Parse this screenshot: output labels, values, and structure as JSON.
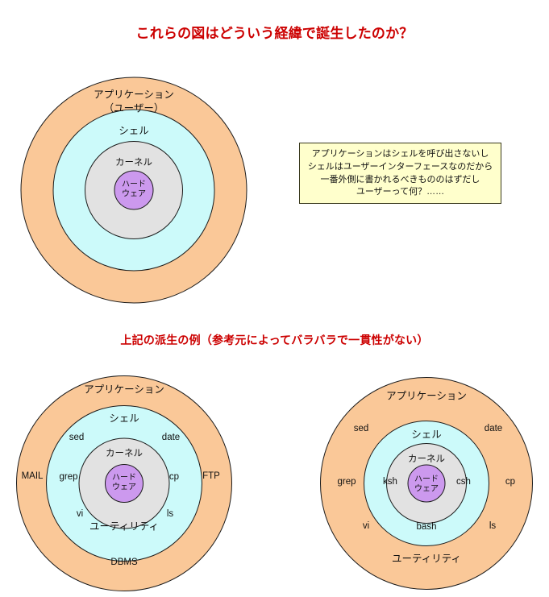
{
  "title": "これらの図はどういう経緯で誕生したのか？",
  "subtitle": "上記の派生の例（参考元によってバラバラで一貫性がない）",
  "note": {
    "lines": [
      "アプリケーションはシェルを呼び出さないし",
      "シェルはユーザーインターフェースなのだから",
      "一番外側に書かれるべきもののはずだし",
      "ユーザーって何？……"
    ],
    "background_color": "#FFFFCC",
    "border_color": "#3A3A1E"
  },
  "colors": {
    "application_ring": "#FAC898",
    "shell_ring": "#CCFAFA",
    "kernel_ring": "#E2E2E2",
    "hardware_core": "#CC99EE",
    "heading_red": "#CC0000",
    "outline": "#1B1B1B"
  },
  "diagram_main": {
    "rings": [
      {
        "name": "application",
        "label": "アプリケーション",
        "sublabel": "（ユーザー）"
      },
      {
        "name": "shell",
        "label": "シェル"
      },
      {
        "name": "kernel",
        "label": "カーネル"
      },
      {
        "name": "hardware",
        "label_line1": "ハード",
        "label_line2": "ウェア"
      }
    ]
  },
  "diagram_variant_left": {
    "rings": [
      {
        "name": "application",
        "label": "アプリケーション"
      },
      {
        "name": "shell",
        "label": "シェル"
      },
      {
        "name": "kernel",
        "label": "カーネル"
      },
      {
        "name": "hardware",
        "label_line1": "ハード",
        "label_line2": "ウェア"
      }
    ],
    "application_items": [
      "MAIL",
      "FTP",
      "DBMS"
    ],
    "shell_items": [
      "sed",
      "date",
      "grep",
      "cp",
      "vi",
      "ls"
    ],
    "utility_label": "ユーティリティ"
  },
  "diagram_variant_right": {
    "rings": [
      {
        "name": "application",
        "label": "アプリケーション"
      },
      {
        "name": "shell",
        "label": "シェル"
      },
      {
        "name": "kernel",
        "label": "カーネル"
      },
      {
        "name": "hardware",
        "label_line1": "ハード",
        "label_line2": "ウェア"
      }
    ],
    "application_items": [
      "sed",
      "date",
      "grep",
      "cp",
      "vi",
      "ls"
    ],
    "shell_items": [
      "ksh",
      "csh",
      "bash"
    ],
    "utility_label": "ユーティリティ"
  }
}
